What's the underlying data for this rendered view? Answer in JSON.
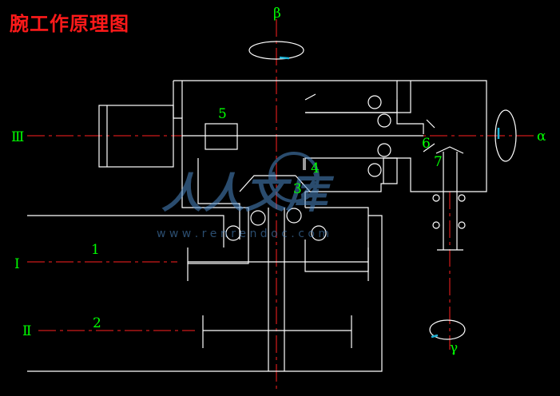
{
  "title": "腕工作原理图",
  "colors": {
    "background": "#000000",
    "title": "#ff1a1a",
    "lines": "#ffffff",
    "centerline": "#ff2020",
    "labels": "#00ff00",
    "rotation_marker": "#1fb3d6",
    "watermark": "#4e8bc8"
  },
  "axes": {
    "beta": "β",
    "alpha": "α",
    "gamma": "γ",
    "roman_3": "Ⅲ",
    "roman_1": "Ⅰ",
    "roman_2": "Ⅱ"
  },
  "parts": {
    "p1": "1",
    "p2": "2",
    "p3": "3",
    "p4": "4",
    "p5": "5",
    "p6": "6",
    "p7": "7"
  },
  "watermark": {
    "text": "人人文库",
    "url": "w w w . r e n r e n d o c . c o m"
  }
}
